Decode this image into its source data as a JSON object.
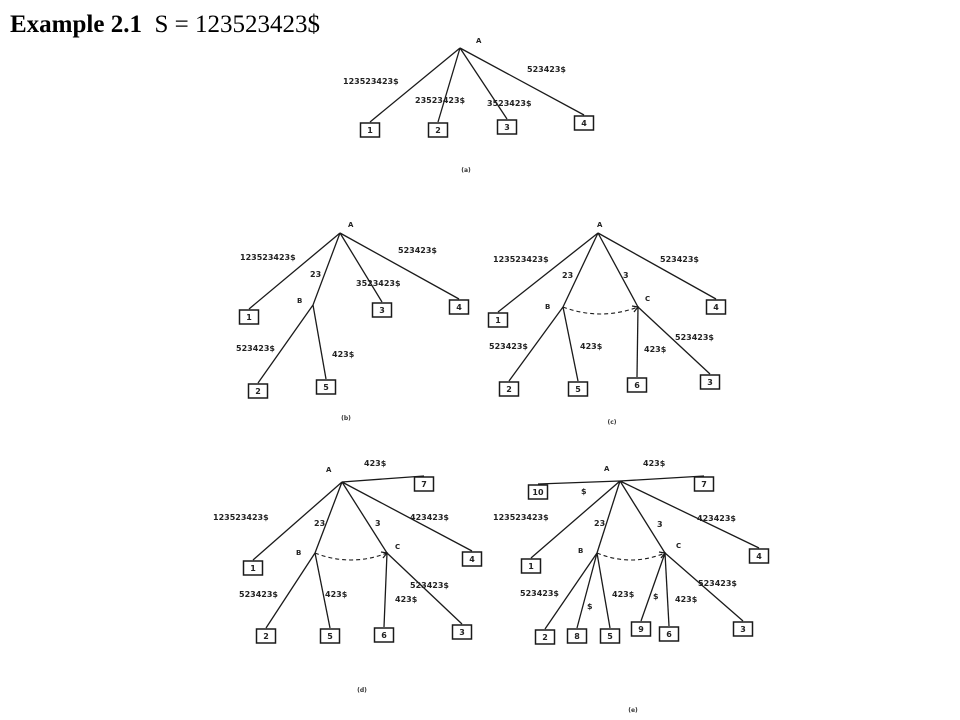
{
  "title": {
    "label": "Example 2.1",
    "formula": "S = 123523423$"
  },
  "panels": [
    {
      "id": "a",
      "caption": "(a)",
      "nodes": {
        "A": "A"
      },
      "leaves": [
        "1",
        "2",
        "3",
        "4"
      ],
      "edge_labels": [
        "123523423$",
        "23523423$",
        "3523423$",
        "523423$"
      ]
    },
    {
      "id": "b",
      "caption": "(b)",
      "nodes": {
        "A": "A",
        "B": "B"
      },
      "leaves": [
        "1",
        "2",
        "5",
        "3",
        "4"
      ],
      "edge_labels": [
        "123523423$",
        "23",
        "3523423$",
        "523423$",
        "523423$",
        "423$"
      ]
    },
    {
      "id": "c",
      "caption": "(c)",
      "nodes": {
        "A": "A",
        "B": "B",
        "C": "C"
      },
      "leaves": [
        "1",
        "2",
        "5",
        "6",
        "3",
        "4"
      ],
      "edge_labels": [
        "123523423$",
        "23",
        "3",
        "523423$",
        "523423$",
        "423$",
        "423$",
        "523423$"
      ]
    },
    {
      "id": "d",
      "caption": "(d)",
      "nodes": {
        "A": "A",
        "B": "B",
        "C": "C"
      },
      "leaves": [
        "7",
        "1",
        "2",
        "5",
        "6",
        "3",
        "4"
      ],
      "edge_labels": [
        "423$",
        "123523423$",
        "23",
        "3",
        "423423$",
        "523423$",
        "423$",
        "423$",
        "523423$"
      ]
    },
    {
      "id": "e",
      "caption": "(e)",
      "nodes": {
        "A": "A",
        "B": "B",
        "C": "C"
      },
      "leaves": [
        "10",
        "7",
        "1",
        "2",
        "8",
        "5",
        "9",
        "6",
        "3",
        "4"
      ],
      "edge_labels": [
        "423$",
        "$",
        "123523423$",
        "23",
        "3",
        "423423$",
        "523423$",
        "$",
        "423$",
        "$",
        "423$",
        "523423$"
      ]
    }
  ]
}
